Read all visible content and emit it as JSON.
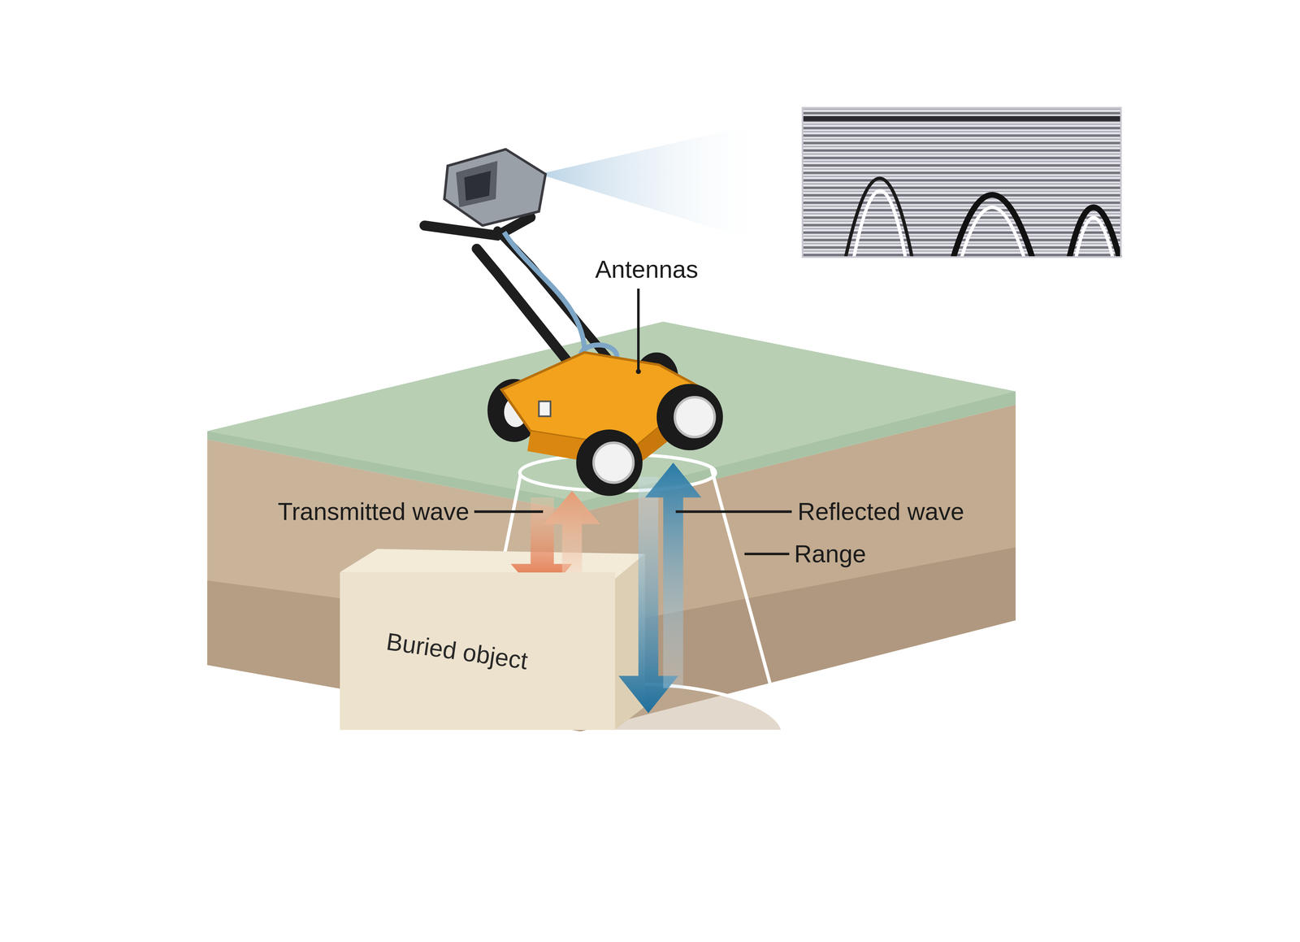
{
  "diagram": {
    "nodes": [
      {
        "text": [
          "Buried object"
        ]
      }
    ],
    "labels": [
      "Antennas",
      "Transmitted wave",
      "Reflected wave",
      "Range"
    ]
  }
}
